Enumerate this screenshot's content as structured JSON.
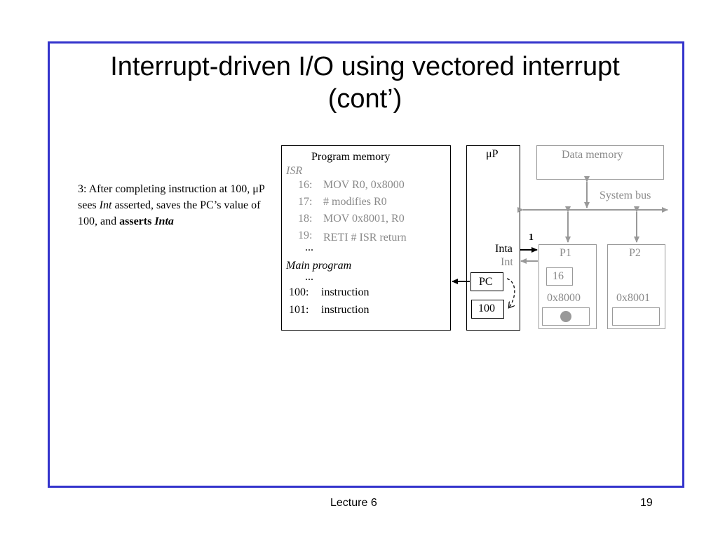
{
  "slide": {
    "title_line1": "Interrupt-driven I/O using vectored interrupt",
    "title_line2": "(cont’)",
    "footer_left": "Lecture 6",
    "footer_right": "19",
    "frame_color": "#3333cc"
  },
  "note": {
    "part1": "3: After completing instruction at 100, μP sees ",
    "int_word": "Int",
    "part2": " asserted, saves the PC’s value of 100, and ",
    "asserts_word": "asserts",
    "inta_word": "Inta"
  },
  "program_memory": {
    "title": "Program memory",
    "isr_label": "ISR",
    "isr_lines": [
      {
        "num": "16:",
        "text": "MOV R0, 0x8000"
      },
      {
        "num": "17:",
        "text": "# modifies R0"
      },
      {
        "num": "18:",
        "text": "MOV 0x8001, R0"
      },
      {
        "num": "19:",
        "text": "RETI  # ISR return"
      }
    ],
    "ellipsis1": "...",
    "main_label": "Main program",
    "ellipsis2": "...",
    "main_lines": [
      {
        "num": "100:",
        "text": "instruction"
      },
      {
        "num": "101:",
        "text": "instruction"
      }
    ]
  },
  "cpu": {
    "title": "μP",
    "pc_label": "PC",
    "pc_value": "100",
    "inta_label": "Inta",
    "int_label": "Int",
    "signal_value": "1"
  },
  "data_memory": {
    "title": "Data memory"
  },
  "system_bus": {
    "label": "System bus"
  },
  "p1": {
    "title": "P1",
    "register_value": "16",
    "address": "0x8000"
  },
  "p2": {
    "title": "P2",
    "address": "0x8001"
  },
  "colors": {
    "active": "#000000",
    "inactive": "#8a8a8a",
    "dot": "#999999"
  }
}
